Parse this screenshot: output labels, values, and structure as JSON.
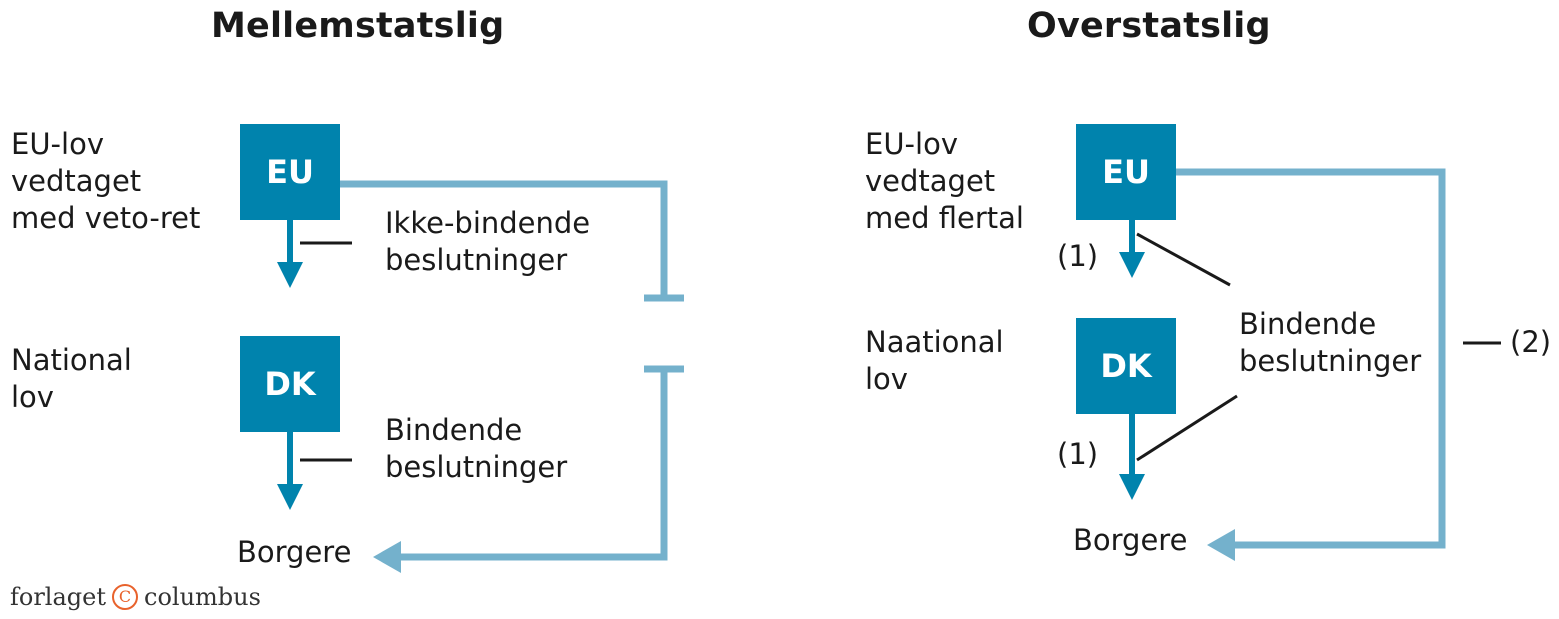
{
  "colors": {
    "box": "#0083ad",
    "arrow_dark": "#0083ad",
    "arrow_light": "#74b1cc",
    "connector": "#1a1a1a",
    "copyright": "#e8622c"
  },
  "left": {
    "title": "Mellemstatslig",
    "eu_label": "EU-lov\nvedtaget\nmed veto-ret",
    "national_label": "National\nlov",
    "eu_box": "EU",
    "dk_box": "DK",
    "nonbinding": "Ikke-bindende\nbeslutninger",
    "binding": "Bindende\nbeslutninger",
    "citizens": "Borgere"
  },
  "right": {
    "title": "Overstatslig",
    "eu_label": "EU-lov\nvedtaget\nmed flertal",
    "national_label": "Naational\nlov",
    "eu_box": "EU",
    "dk_box": "DK",
    "binding": "Bindende\nbeslutninger",
    "marker1_top": "(1)",
    "marker1_bottom": "(1)",
    "marker2": "(2)",
    "citizens": "Borgere"
  },
  "footer": {
    "publisher_left": "forlaget",
    "copyright_symbol": "C",
    "publisher_right": "columbus"
  }
}
